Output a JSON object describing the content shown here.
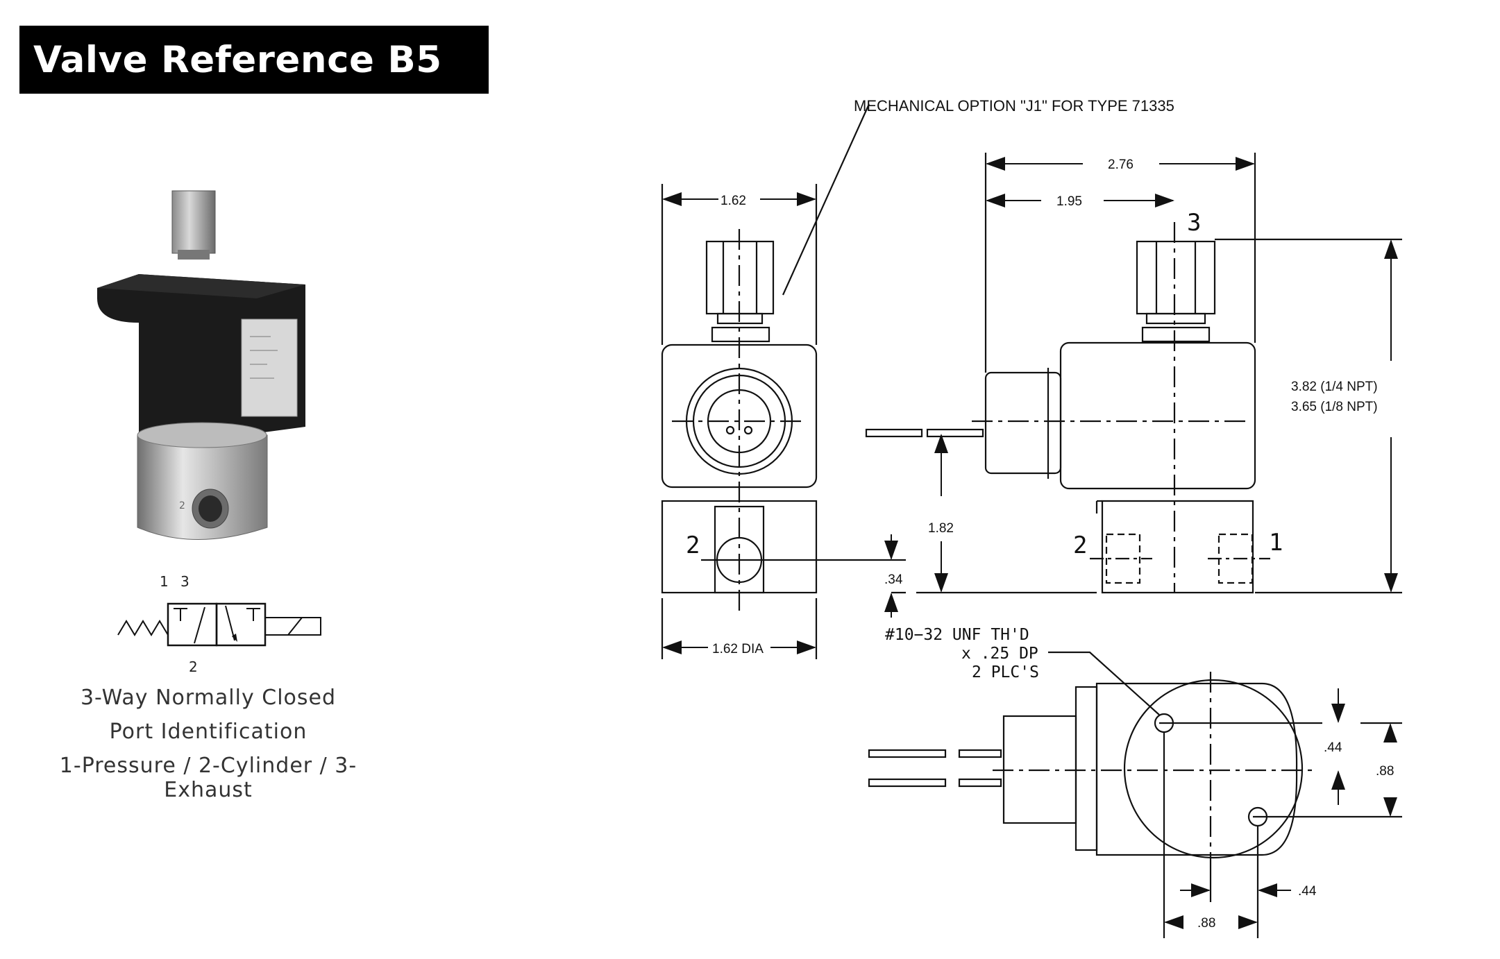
{
  "header": {
    "title": "Valve Reference B5"
  },
  "captions": {
    "line1": "3-Way Normally Closed",
    "line2": "Port Identification",
    "line3": "1-Pressure / 2-Cylinder / 3-Exhaust"
  },
  "schematic": {
    "port1": "1",
    "port3": "3",
    "port2": "2"
  },
  "drawing": {
    "mech_option": "MECHANICAL OPTION \"J1\" FOR TYPE 71335",
    "dim_width_top": "1.62",
    "dim_overall_len": "2.76",
    "dim_len_to_port": "1.95",
    "dim_height_a": "3.82 (1/4 NPT)",
    "dim_height_b": "3.65 (1/8 NPT)",
    "dim_lead_height": "1.82",
    "dim_port_offset": ".34",
    "dim_base_dia": "1.62 DIA",
    "thread_line1": "#10−32  UNF  TH'D",
    "thread_line2": "x  .25  DP",
    "thread_line3": "2  PLC'S",
    "dim_hole_y": ".44",
    "dim_hole_span_y": ".88",
    "dim_hole_x": ".44",
    "dim_hole_span_x": ".88",
    "port_side_2": "2",
    "port_end_2": "2",
    "port_end_1": "1",
    "port_end_3": "3"
  }
}
